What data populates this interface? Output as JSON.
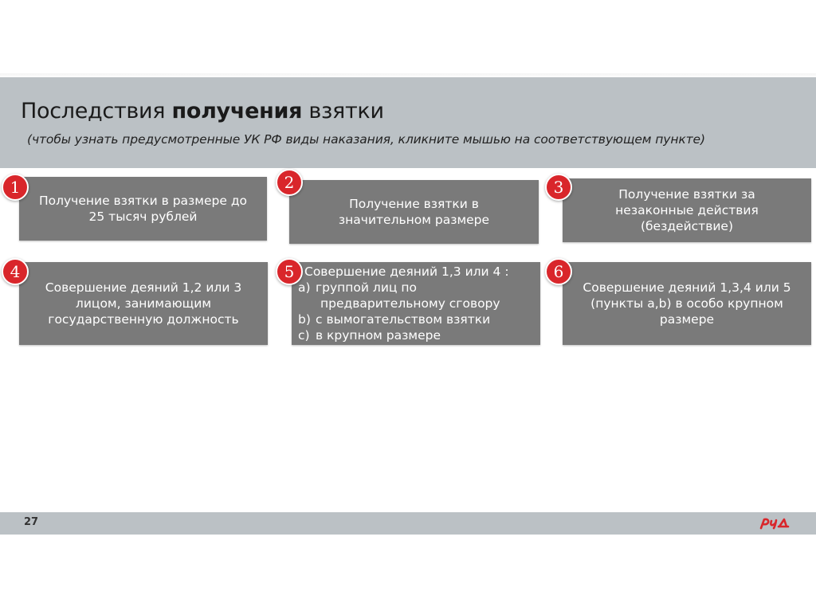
{
  "slide": {
    "title_regular": "Последствия ",
    "title_bold": "получения",
    "title_end": " взятки",
    "subtitle": "(чтобы узнать предусмотренные УК РФ виды наказания, кликните мышью на соответствующем пункте)"
  },
  "cards": [
    {
      "number": "1",
      "lines": [
        "Получение взятки в размере до",
        "25 тысяч рублей"
      ]
    },
    {
      "number": "2",
      "lines": [
        "Получение взятки в",
        "значительном размере"
      ]
    },
    {
      "number": "3",
      "lines": [
        "Получение взятки за",
        "незаконные действия",
        "(бездействие)"
      ]
    },
    {
      "number": "4",
      "lines": [
        "Совершение деяний 1,2 или 3",
        "лицом, занимающим",
        "государственную должность"
      ]
    },
    {
      "number": "5",
      "heading": "Совершение деяний 1,3 или 4 :",
      "items": [
        {
          "marker": "a)",
          "text": "группой лиц по"
        },
        {
          "marker": "",
          "text": "предварительному сговору"
        },
        {
          "marker": "b)",
          "text": "с вымогательством взятки"
        },
        {
          "marker": "c)",
          "text": "в крупном размере"
        }
      ]
    },
    {
      "number": "6",
      "lines": [
        "Совершение деяний 1,3,4 или 5",
        "(пункты a,b) в особо крупном",
        "размере"
      ]
    }
  ],
  "footer": {
    "page_number": "27",
    "logo_icon": "rzd-logo-icon"
  },
  "colors": {
    "band": "#bbc1c5",
    "card": "#7a7a7a",
    "badge": "#d9262b",
    "logo": "#d9262b"
  }
}
